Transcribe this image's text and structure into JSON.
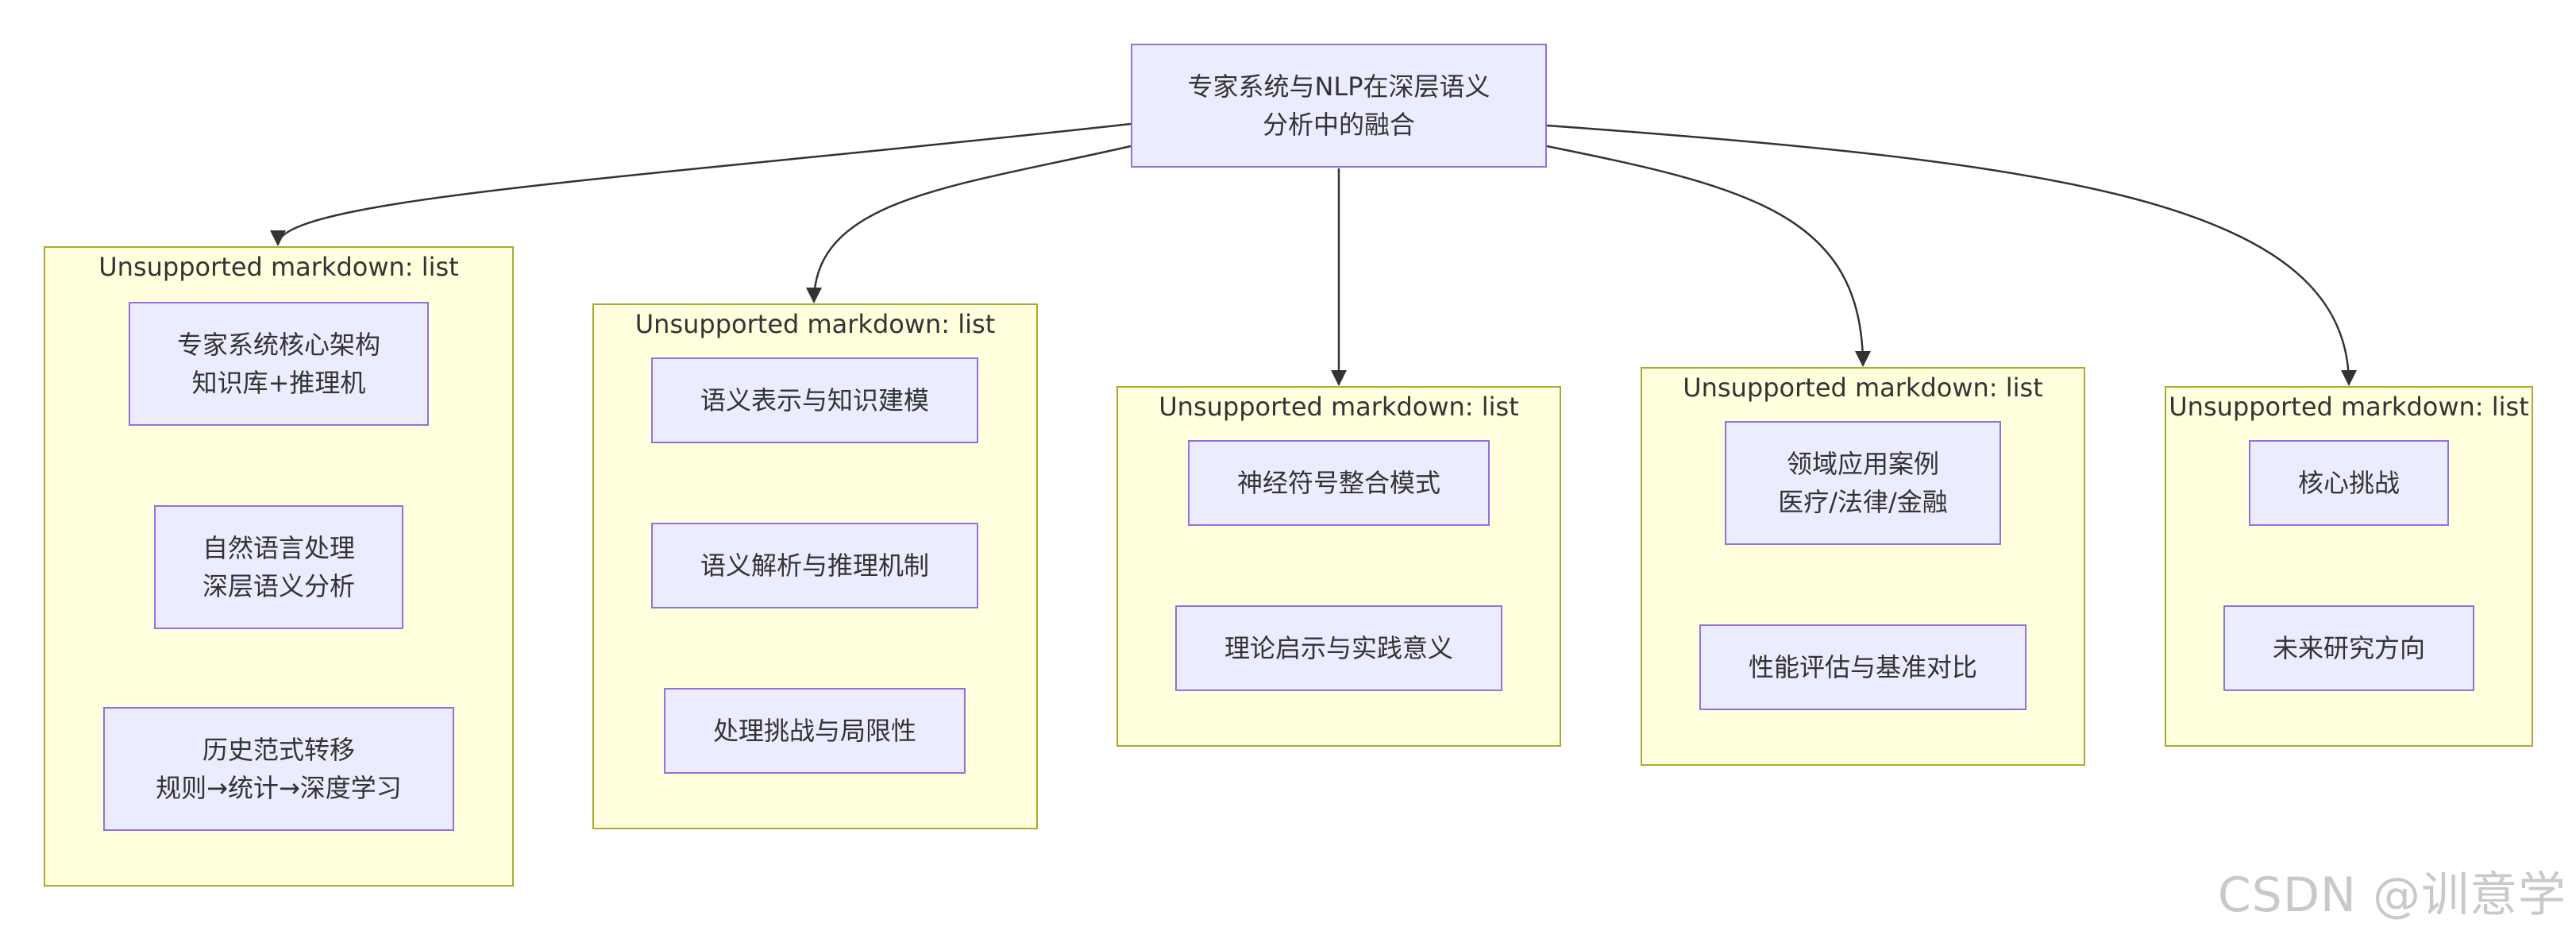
{
  "root": {
    "label": "专家系统与NLP在深层语义\n分析中的融合"
  },
  "clusters": [
    {
      "title": "Unsupported markdown: list",
      "nodes": [
        "专家系统核心架构\n知识库+推理机",
        "自然语言处理\n深层语义分析",
        "历史范式转移\n规则→统计→深度学习"
      ]
    },
    {
      "title": "Unsupported markdown: list",
      "nodes": [
        "语义表示与知识建模",
        "语义解析与推理机制",
        "处理挑战与局限性"
      ]
    },
    {
      "title": "Unsupported markdown: list",
      "nodes": [
        "神经符号整合模式",
        "理论启示与实践意义"
      ]
    },
    {
      "title": "Unsupported markdown: list",
      "nodes": [
        "领域应用案例\n医疗/法律/金融",
        "性能评估与基准对比"
      ]
    },
    {
      "title": "Unsupported markdown: list",
      "nodes": [
        "核心挑战",
        "未来研究方向"
      ]
    }
  ],
  "watermark": "CSDN @训意学",
  "colors": {
    "node_fill": "#ececff",
    "node_border": "#9370db",
    "cluster_fill": "#ffffde",
    "cluster_border": "#aaaa33",
    "edge": "#333333"
  }
}
